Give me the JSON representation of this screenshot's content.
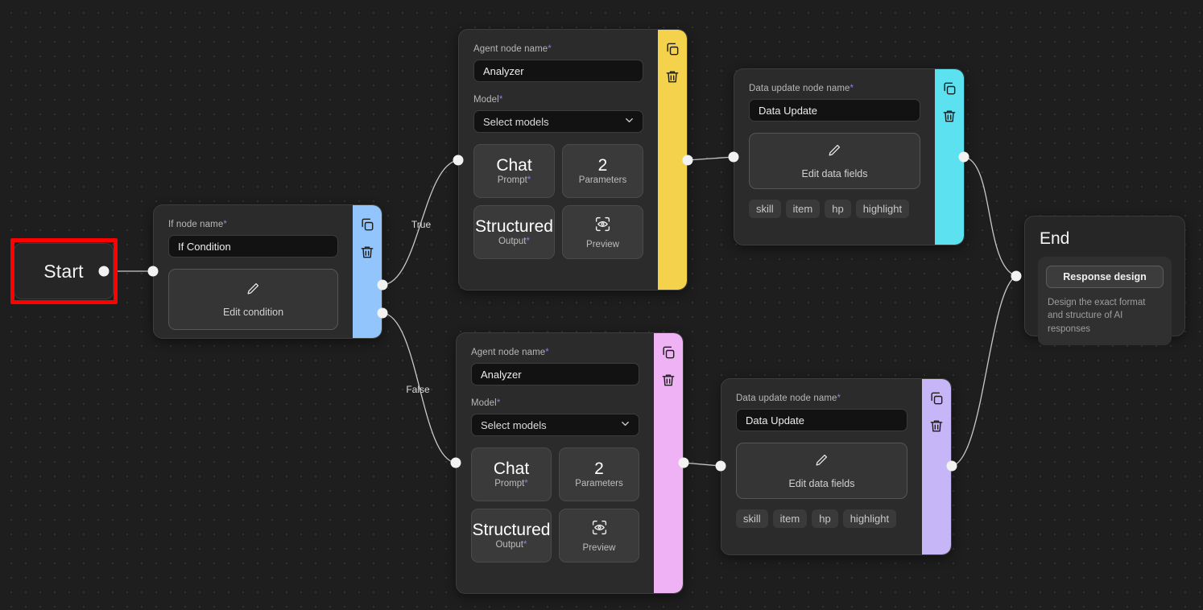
{
  "canvas": {
    "background_color": "#1e1e1e",
    "dot_color": "#3a3a3a"
  },
  "annotation": {
    "highlight_color": "#ff0000",
    "target": "start-node"
  },
  "start_node": {
    "label": "Start"
  },
  "if_node": {
    "field_label": "If node name",
    "required_mark": "*",
    "name_value": "If Condition",
    "action_label": "Edit condition",
    "action_icon": "pencil-icon",
    "rail_color": "#93c5fd",
    "copy_icon": "copy-icon",
    "delete_icon": "trash-icon"
  },
  "agent_top": {
    "name_label": "Agent node name",
    "required_mark": "*",
    "name_value": "Analyzer",
    "model_label": "Model",
    "model_value": "Select models",
    "chevron_icon": "chevron-down-icon",
    "rail_color": "#f5d24c",
    "copy_icon": "copy-icon",
    "delete_icon": "trash-icon",
    "tiles": [
      {
        "big": "Chat",
        "sub": "Prompt",
        "required": "*",
        "icon": ""
      },
      {
        "big": "2",
        "sub": "Parameters",
        "required": "",
        "icon": ""
      },
      {
        "big": "Structured",
        "sub": "Output",
        "required": "*",
        "icon": ""
      },
      {
        "big": "",
        "sub": "Preview",
        "required": "",
        "icon": "eye-scan-icon"
      }
    ]
  },
  "agent_bottom": {
    "name_label": "Agent node name",
    "required_mark": "*",
    "name_value": "Analyzer",
    "model_label": "Model",
    "model_value": "Select models",
    "chevron_icon": "chevron-down-icon",
    "rail_color": "#efb3f5",
    "copy_icon": "copy-icon",
    "delete_icon": "trash-icon",
    "tiles": [
      {
        "big": "Chat",
        "sub": "Prompt",
        "required": "*",
        "icon": ""
      },
      {
        "big": "2",
        "sub": "Parameters",
        "required": "",
        "icon": ""
      },
      {
        "big": "Structured",
        "sub": "Output",
        "required": "*",
        "icon": ""
      },
      {
        "big": "",
        "sub": "Preview",
        "required": "",
        "icon": "eye-scan-icon"
      }
    ]
  },
  "data_top": {
    "field_label": "Data update node name",
    "required_mark": "*",
    "name_value": "Data Update",
    "action_label": "Edit data fields",
    "action_icon": "pencil-icon",
    "rail_color": "#5ce1f0",
    "copy_icon": "copy-icon",
    "delete_icon": "trash-icon",
    "chips": [
      "skill",
      "item",
      "hp",
      "highlight"
    ]
  },
  "data_bottom": {
    "field_label": "Data update node name",
    "required_mark": "*",
    "name_value": "Data Update",
    "action_label": "Edit data fields",
    "action_icon": "pencil-icon",
    "rail_color": "#c7b6f7",
    "copy_icon": "copy-icon",
    "delete_icon": "trash-icon",
    "chips": [
      "skill",
      "item",
      "hp",
      "highlight"
    ]
  },
  "end_node": {
    "title": "End",
    "button_label": "Response design",
    "description": "Design the exact format and structure of AI responses"
  },
  "edges": {
    "true_label": "True",
    "false_label": "False"
  }
}
